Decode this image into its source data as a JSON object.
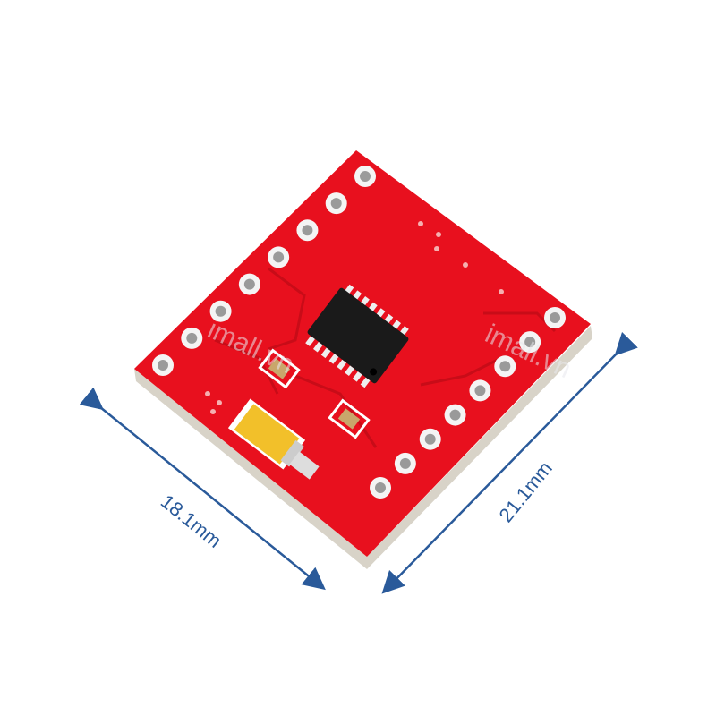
{
  "product": {
    "board_color": "#e8101e",
    "chip_color": "#1a1a1a",
    "capacitor_color": "#f2c02a",
    "arrow_color": "#2a5a9a"
  },
  "dimensions": {
    "width_label": "18.1mm",
    "length_label": "21.1mm"
  },
  "watermark": {
    "text": "imall.vn"
  }
}
